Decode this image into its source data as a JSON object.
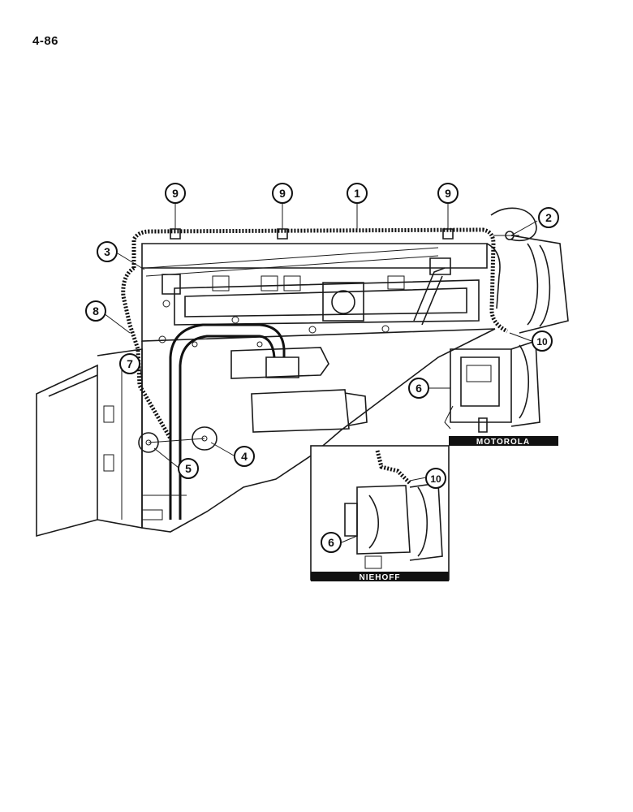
{
  "page": {
    "number": "4-86"
  },
  "callouts": [
    {
      "id": "9a",
      "label": "9"
    },
    {
      "id": "9b",
      "label": "9"
    },
    {
      "id": "1",
      "label": "1"
    },
    {
      "id": "9c",
      "label": "9"
    },
    {
      "id": "2",
      "label": "2"
    },
    {
      "id": "3",
      "label": "3"
    },
    {
      "id": "8",
      "label": "8"
    },
    {
      "id": "7",
      "label": "7"
    },
    {
      "id": "10a",
      "label": "10"
    },
    {
      "id": "6a",
      "label": "6"
    },
    {
      "id": "4",
      "label": "4"
    },
    {
      "id": "5",
      "label": "5"
    },
    {
      "id": "10b",
      "label": "10"
    },
    {
      "id": "6b",
      "label": "6"
    }
  ],
  "insets": {
    "motorola": {
      "caption": "MOTOROLA"
    },
    "niehoff": {
      "caption": "NIEHOFF"
    }
  }
}
